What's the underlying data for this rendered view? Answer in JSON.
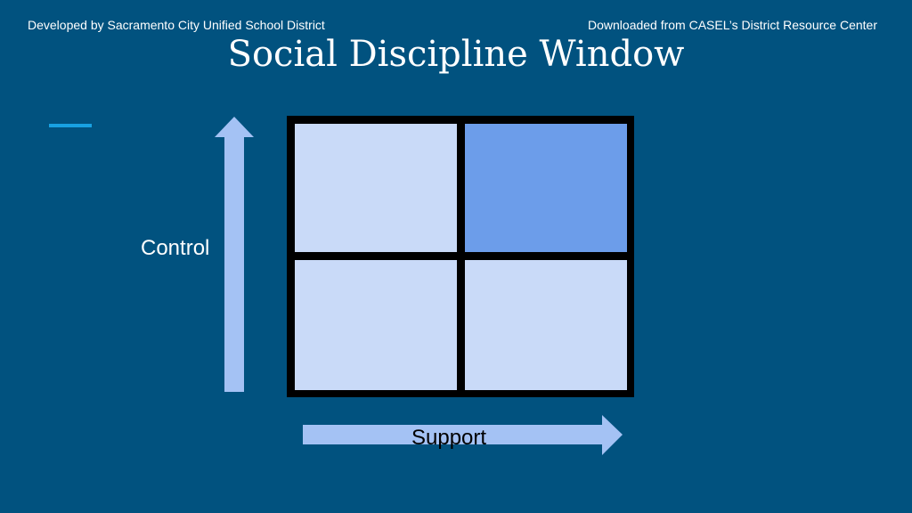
{
  "header": {
    "credit_left": "Developed by Sacramento City Unified School District",
    "credit_right": "Downloaded from CASEL’s District Resource Center",
    "title": "Social Discipline Window"
  },
  "diagram": {
    "y_axis_label": "Control",
    "x_axis_label": "Support",
    "quadrants": [
      {
        "position": "top-left",
        "highlighted": false
      },
      {
        "position": "top-right",
        "highlighted": true
      },
      {
        "position": "bottom-left",
        "highlighted": false
      },
      {
        "position": "bottom-right",
        "highlighted": false
      }
    ]
  },
  "colors": {
    "background": "#01527f",
    "accent": "#18a1e2",
    "quadrant": "#c9daf8",
    "quadrant_highlight": "#6c9dea",
    "arrow": "#a4c2f4",
    "grid_frame": "#000000"
  }
}
